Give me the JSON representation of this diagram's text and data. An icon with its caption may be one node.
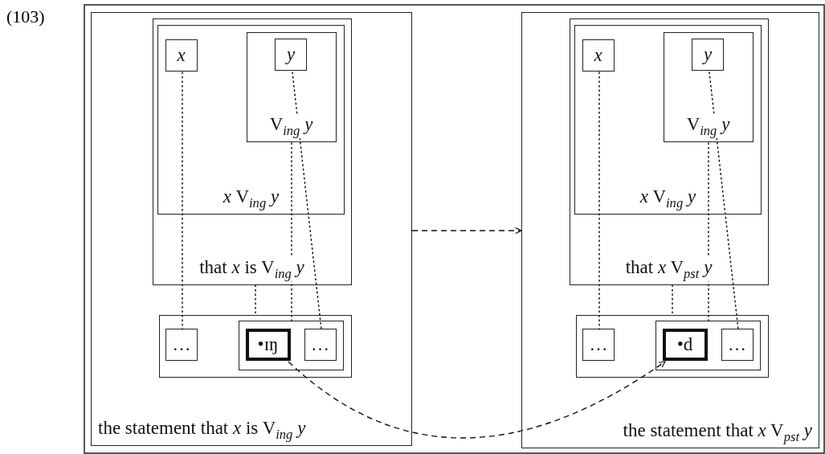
{
  "diagram": {
    "nodes": [
      {
        "text": [
          "the statement that *x* is V$_{ing}$ *y*"
        ]
      },
      {
        "text": [
          "that *x* is V$_{ing}$ *y*"
        ],
        "in": 0
      },
      {
        "text": [
          "*x* V$_{ing}$ *y*"
        ],
        "in": 1
      },
      {
        "text": [
          "*x*"
        ],
        "in": 2
      },
      {
        "text": [
          "V$_{ing}$ *y*"
        ],
        "in": 2
      },
      {
        "text": [
          "*y*"
        ],
        "in": 4
      },
      {
        "text": [],
        "shape": "box",
        "in": 0
      },
      {
        "text": [
          "…"
        ],
        "in": 6
      },
      {
        "text": [],
        "shape": "box",
        "in": 6
      },
      {
        "text": [
          "•ɪŋ"
        ],
        "in": 8
      },
      {
        "text": [
          "…"
        ],
        "in": 8
      },
      {
        "text": [
          "the statement that *x* V$_{pst}$ *y*"
        ]
      },
      {
        "text": [
          "that *x* V$_{pst}$ *y*"
        ],
        "in": 11
      },
      {
        "text": [
          "*x* V$_{ing}$ *y*"
        ],
        "in": 12
      },
      {
        "text": [
          "*x*"
        ],
        "in": 13
      },
      {
        "text": [
          "V$_{ing}$ *y*"
        ],
        "in": 13
      },
      {
        "text": [
          "*y*"
        ],
        "in": 15
      },
      {
        "text": [],
        "shape": "box",
        "in": 11
      },
      {
        "text": [
          "…"
        ],
        "in": 17
      },
      {
        "text": [],
        "shape": "box",
        "in": 17
      },
      {
        "text": [
          "•d"
        ],
        "in": 19
      },
      {
        "text": [
          "…"
        ],
        "in": 19
      }
    ],
    "edges": [
      {
        "from": 3,
        "to": 7,
        "arrow": "none"
      },
      {
        "from": 5,
        "to": 10,
        "arrow": "none"
      },
      {
        "from": 4,
        "to": 8,
        "arrow": "none"
      },
      {
        "from": 1,
        "to": 6,
        "arrow": "none"
      },
      {
        "from": 14,
        "to": 18,
        "arrow": "none"
      },
      {
        "from": 16,
        "to": 21,
        "arrow": "none"
      },
      {
        "from": 15,
        "to": 19,
        "arrow": "none"
      },
      {
        "from": 12,
        "to": 17,
        "arrow": "none"
      },
      {
        "from": 0,
        "to": 11,
        "arrow": "to",
        "style": "dashed"
      },
      {
        "from": 9,
        "to": 20,
        "arrow": "to",
        "style": "dashed"
      }
    ],
    "labels": [
      "(103)"
    ]
  }
}
